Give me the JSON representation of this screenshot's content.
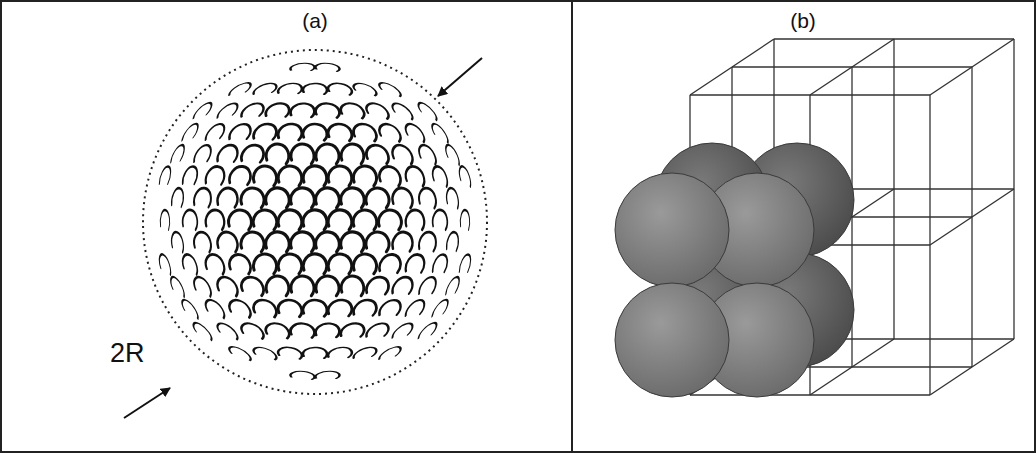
{
  "diagram": {
    "labels": [
      "(a)",
      "(b)",
      "2R"
    ]
  }
}
